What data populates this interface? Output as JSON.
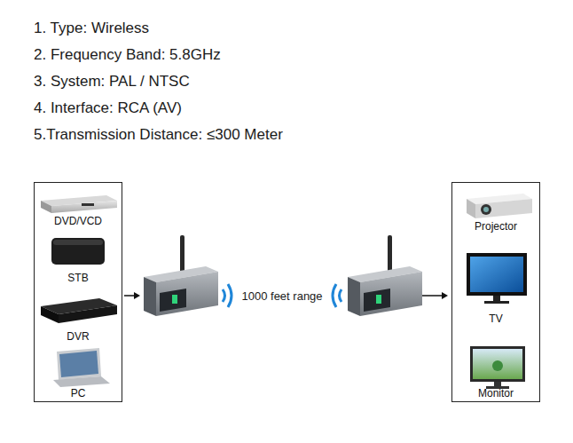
{
  "diagram": {
    "nodes": [
      {
        "text": [
          "DVD/VCD",
          "STB",
          "DVR",
          "PC"
        ]
      },
      {
        "text": [
          "Projector",
          "TV",
          "Monitor"
        ]
      }
    ],
    "labels": [
      "1. Type: Wireless",
      "2. Frequency Band: 5.8GHz",
      "3. System: PAL / NTSC",
      "4. Interface: RCA (AV)",
      "5.Transmission Distance: ≤300 Meter",
      "1000 feet range"
    ]
  }
}
